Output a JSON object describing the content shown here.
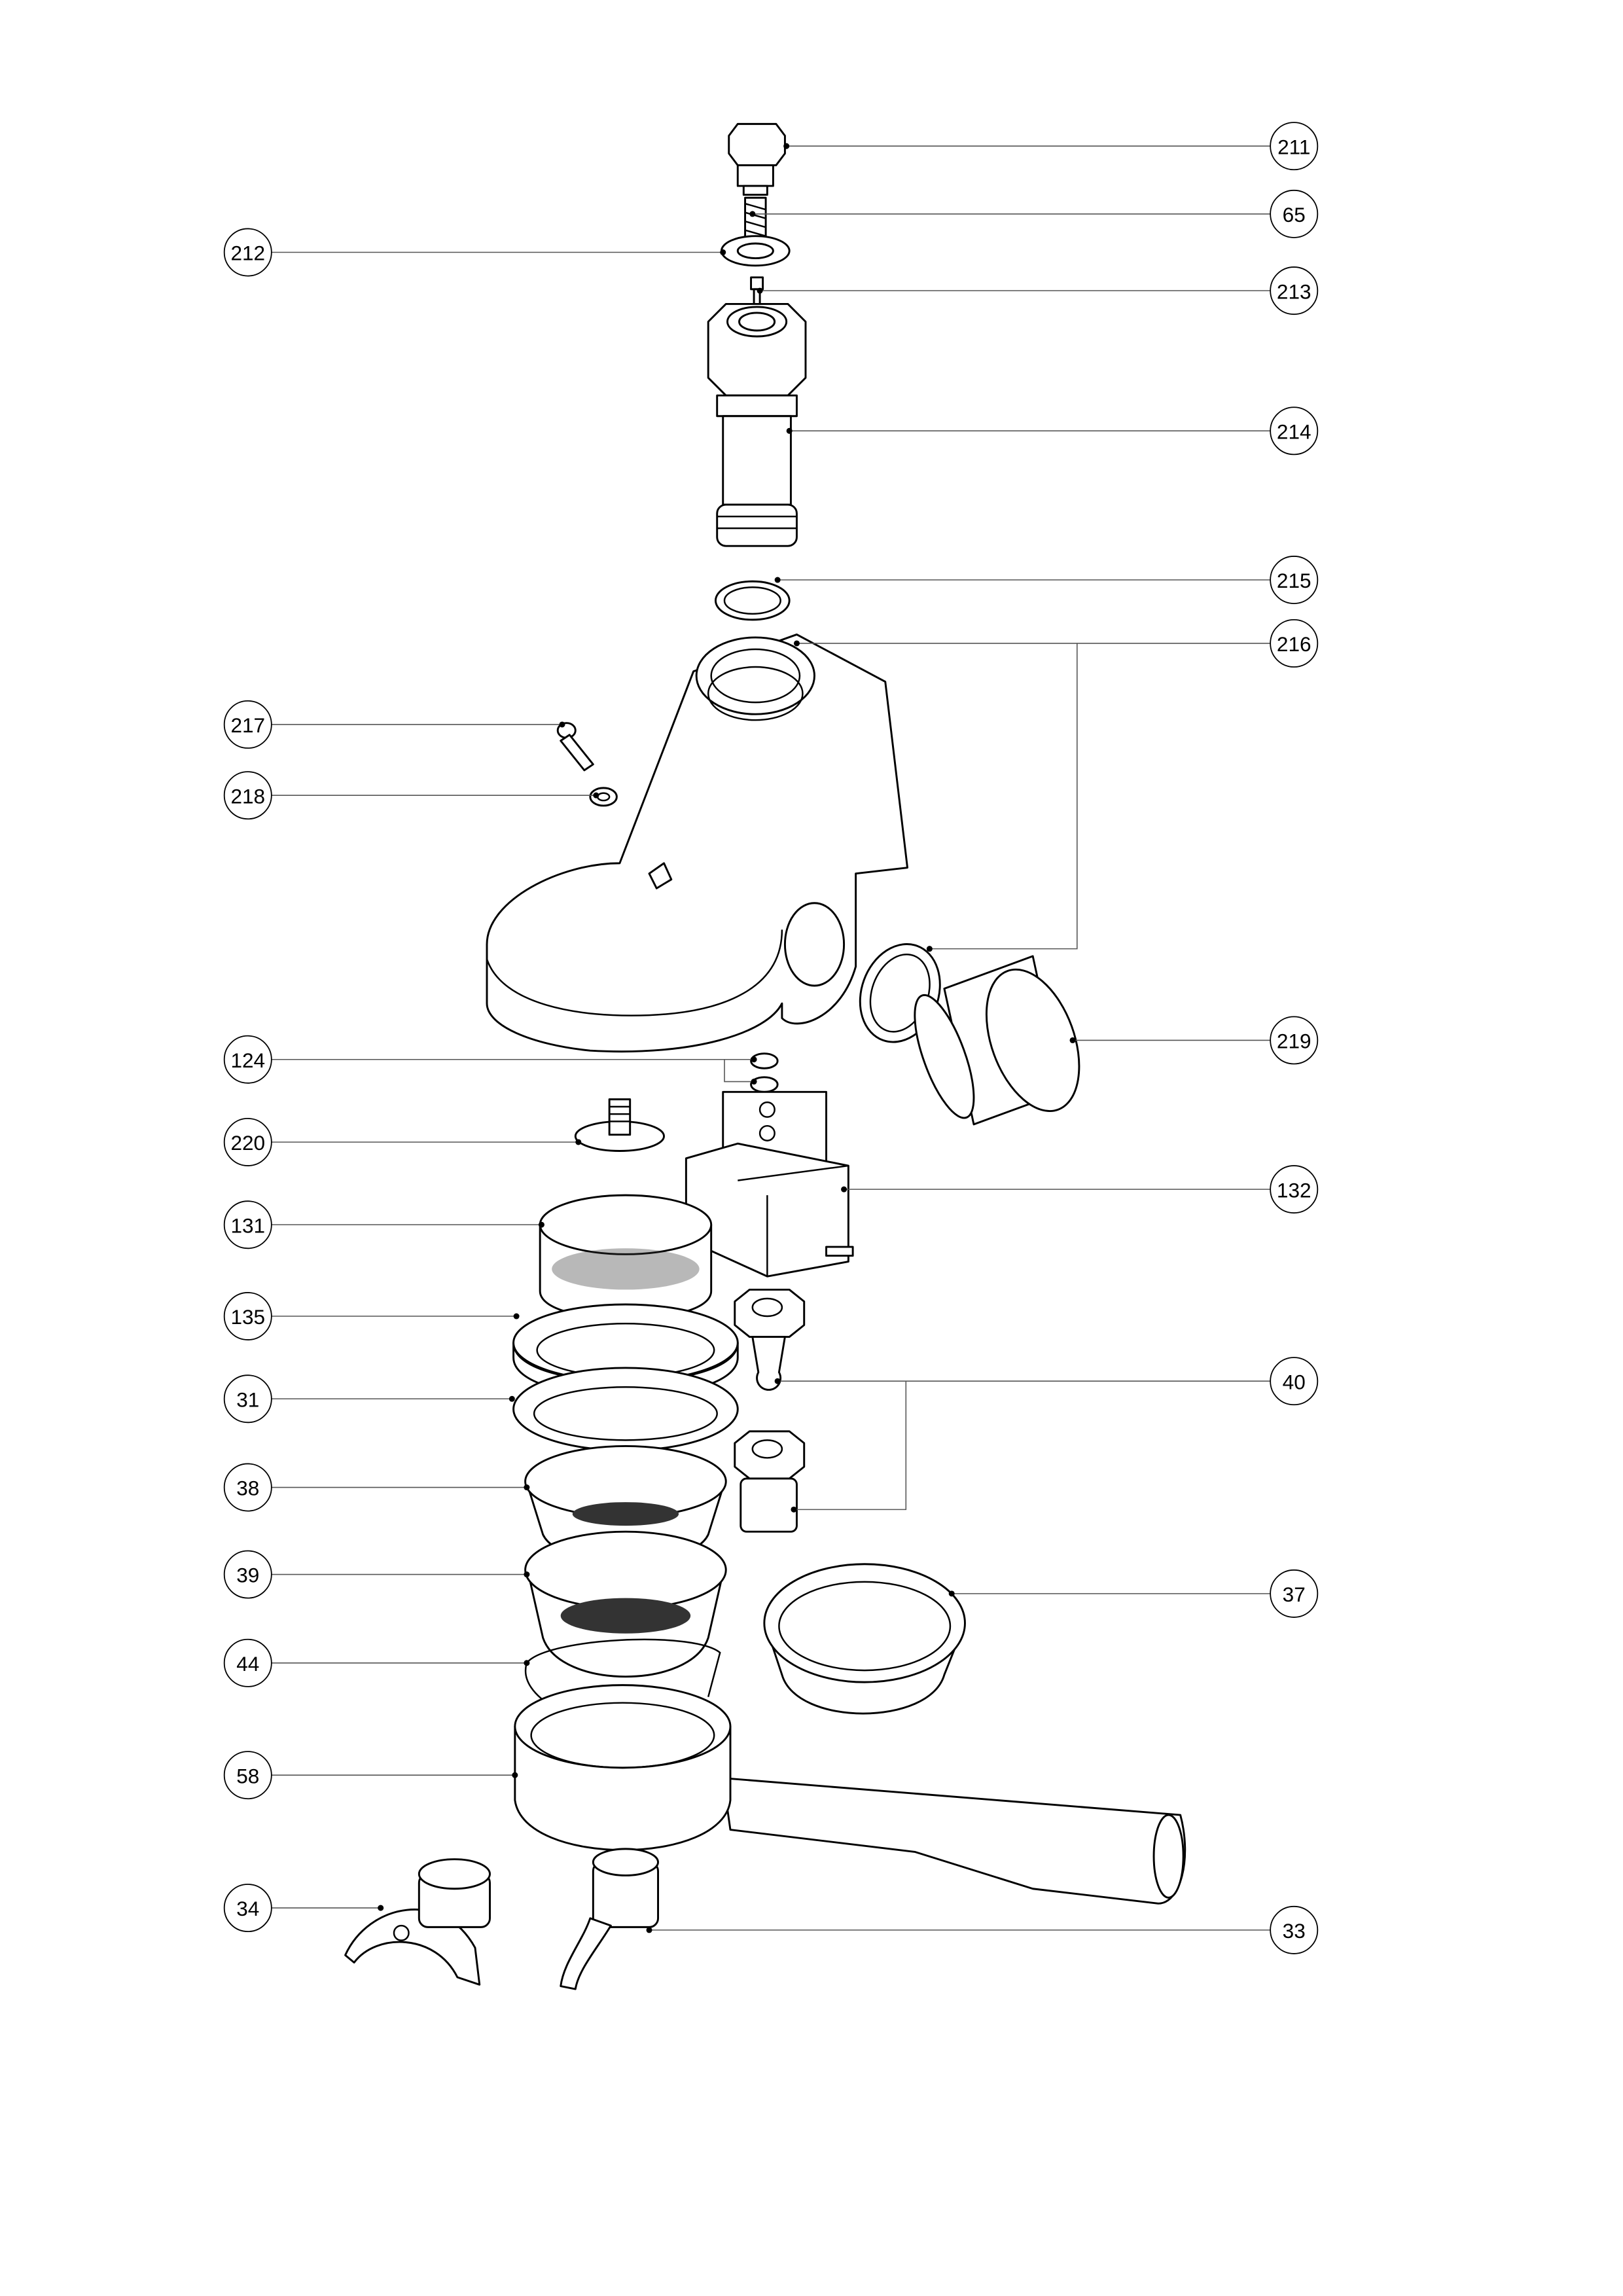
{
  "diagram": {
    "type": "exploded-parts-view",
    "callouts": [
      "211",
      "65",
      "212",
      "213",
      "214",
      "215",
      "216",
      "217",
      "218",
      "219",
      "124",
      "220",
      "132",
      "131",
      "135",
      "31",
      "40",
      "38",
      "39",
      "37",
      "44",
      "58",
      "34",
      "33"
    ]
  }
}
